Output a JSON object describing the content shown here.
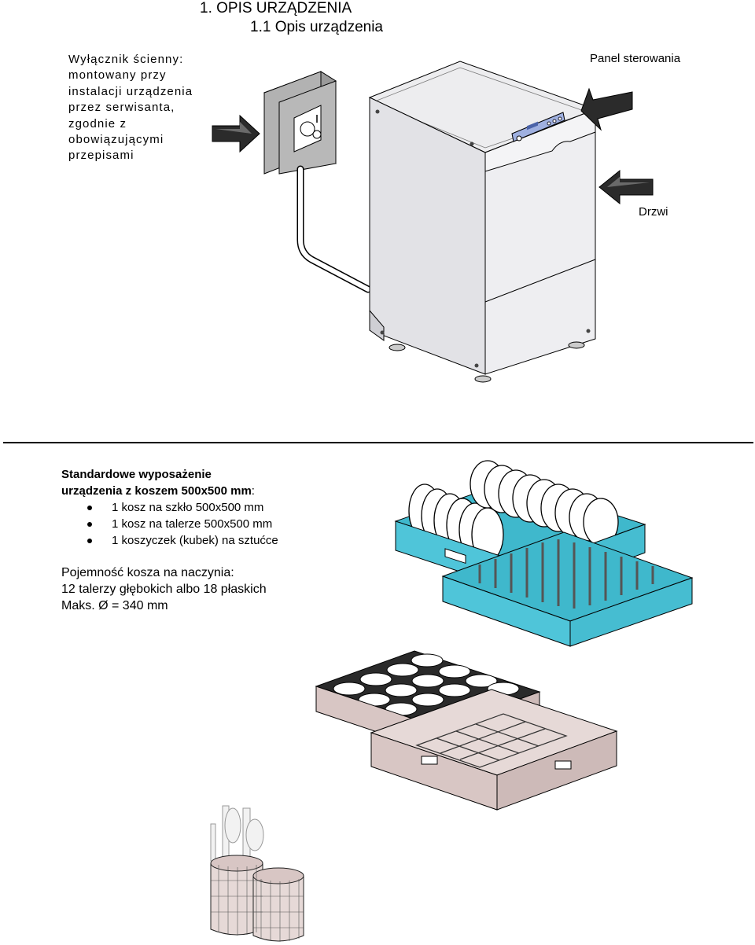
{
  "heading": {
    "section": "1. OPIS URZĄDZENIA",
    "subsection": "1.1 Opis urządzenia"
  },
  "callouts": {
    "wall_switch": "Wyłącznik ścienny:\nmontowany przy\ninstalacji urządzenia\nprzez serwisanta,\nzgodnie z\nobowiązującymi\nprzepisami",
    "control_panel": "Panel sterowania",
    "door": "Drzwi"
  },
  "equipment": {
    "title_line1": "Standardowe wyposażenie",
    "title_line2": "urządzenia z koszem 500x500 mm",
    "title_colon": ":",
    "items": [
      "1 kosz na szkło 500x500 mm",
      "1 kosz na talerze 500x500 mm",
      "1 koszyczek  (kubek) na sztućce"
    ]
  },
  "capacity": {
    "line1": "Pojemność kosza na naczynia:",
    "line2": "12 talerzy głębokich albo 18 płaskich",
    "line3": "Maks. Ø = 340 mm"
  },
  "colors": {
    "basket_blue": "#4fc5d9",
    "basket_pink": "#d8c6c4",
    "machine_grey": "#e9e9ec",
    "switch_grey": "#b2b2b2",
    "arrow_dark": "#2b2b2b",
    "panel_blue": "#9fb0e0"
  }
}
